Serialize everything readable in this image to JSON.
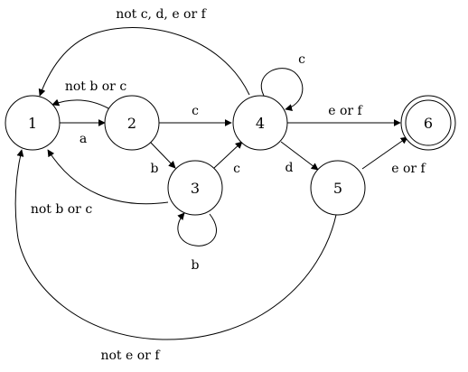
{
  "diagram": {
    "states": [
      {
        "id": "s1",
        "label": "1",
        "accepting": false
      },
      {
        "id": "s2",
        "label": "2",
        "accepting": false
      },
      {
        "id": "s3",
        "label": "3",
        "accepting": false
      },
      {
        "id": "s4",
        "label": "4",
        "accepting": false
      },
      {
        "id": "s5",
        "label": "5",
        "accepting": false
      },
      {
        "id": "s6",
        "label": "6",
        "accepting": true
      }
    ],
    "transitions": [
      {
        "from": "1",
        "to": "2",
        "label": "a"
      },
      {
        "from": "2",
        "to": "1",
        "label": "not b or c"
      },
      {
        "from": "2",
        "to": "4",
        "label": "c"
      },
      {
        "from": "2",
        "to": "3",
        "label": "b"
      },
      {
        "from": "3",
        "to": "4",
        "label": "c"
      },
      {
        "from": "3",
        "to": "3",
        "label": "b"
      },
      {
        "from": "3",
        "to": "1",
        "label": "not b or c"
      },
      {
        "from": "4",
        "to": "4",
        "label": "c"
      },
      {
        "from": "4",
        "to": "6",
        "label": "e or f"
      },
      {
        "from": "4",
        "to": "5",
        "label": "d"
      },
      {
        "from": "4",
        "to": "1",
        "label": "not c, d, e or f"
      },
      {
        "from": "5",
        "to": "6",
        "label": "e or f"
      },
      {
        "from": "5",
        "to": "1",
        "label": "not e or f"
      }
    ],
    "colors": {
      "stroke": "#000000",
      "background": "#ffffff"
    }
  }
}
